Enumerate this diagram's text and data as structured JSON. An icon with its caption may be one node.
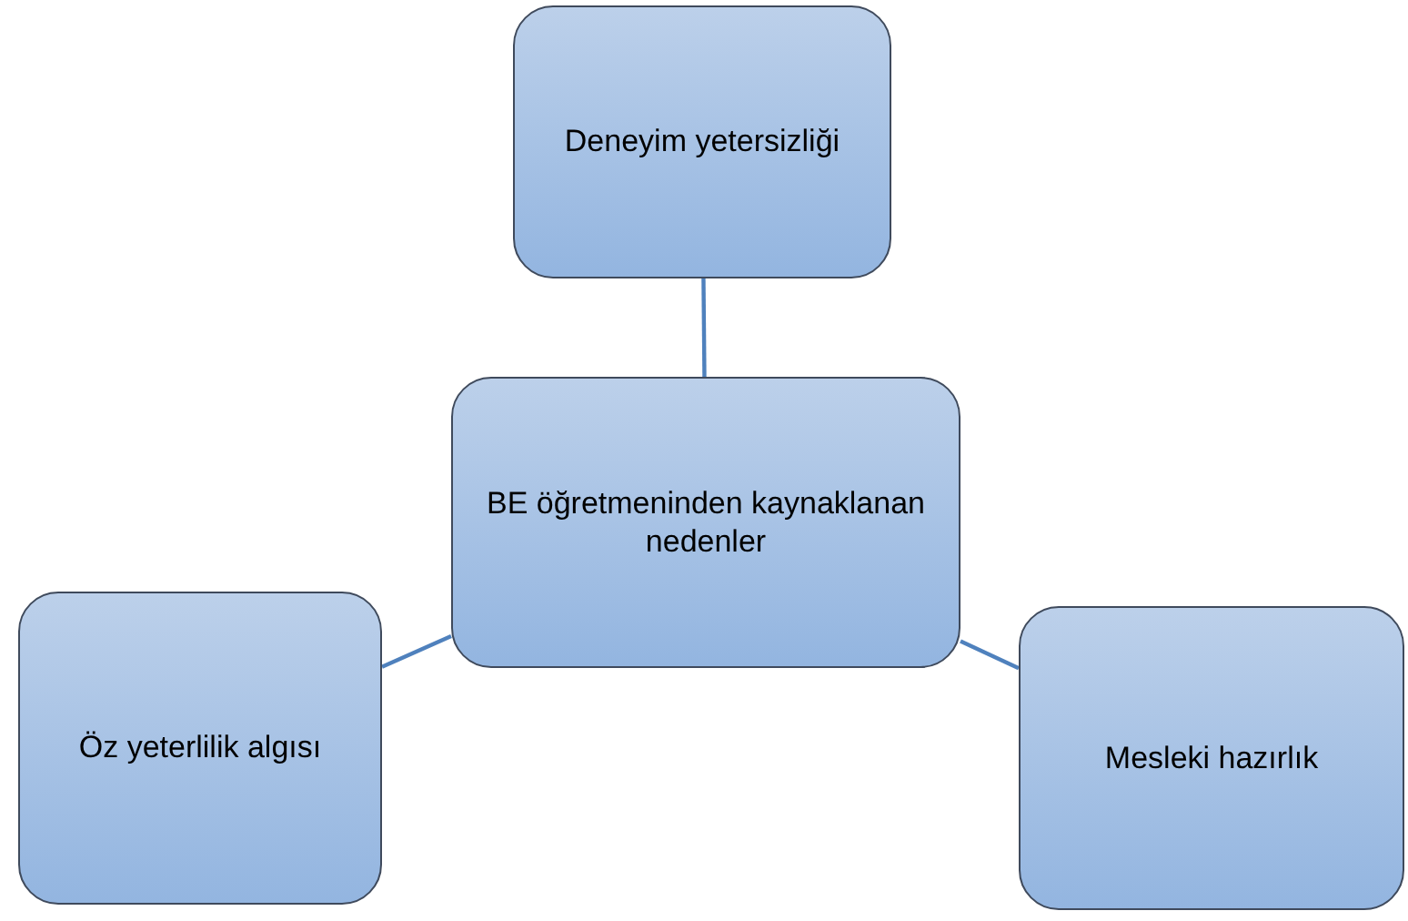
{
  "diagram": {
    "nodes": [
      {
        "text": [
          "BE öğretmeninden kaynaklanan nedenler"
        ]
      },
      {
        "text": [
          "Deneyim yetersizliği"
        ]
      },
      {
        "text": [
          "Öz yeterlilik algısı"
        ]
      },
      {
        "text": [
          "Mesleki hazırlık"
        ]
      }
    ],
    "edges": [
      {
        "from": 0,
        "to": 1,
        "arrow": "none"
      },
      {
        "from": 0,
        "to": 2,
        "arrow": "none"
      },
      {
        "from": 0,
        "to": 3,
        "arrow": "none"
      }
    ]
  }
}
